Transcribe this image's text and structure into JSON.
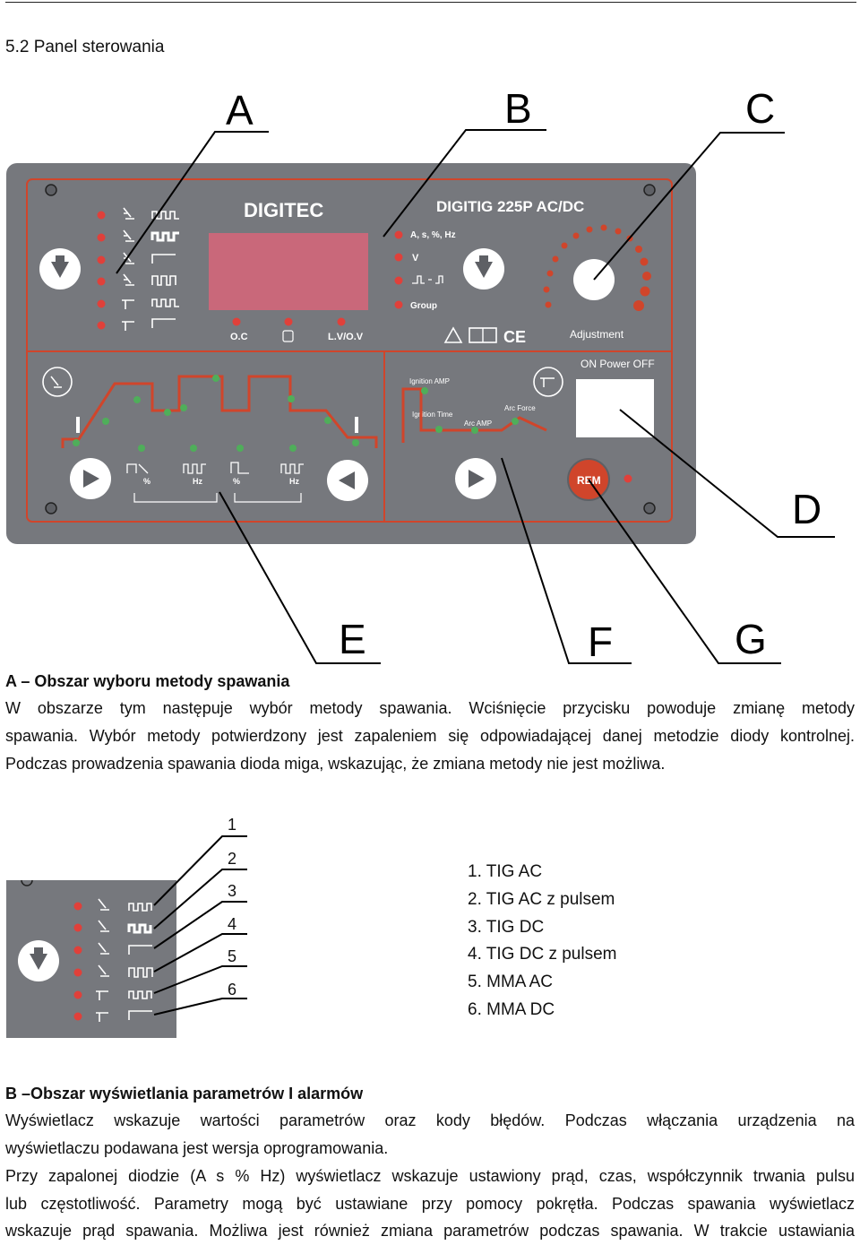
{
  "section_title": "5.2 Panel sterowania",
  "callouts": {
    "a": "A",
    "b": "B",
    "c": "C",
    "d": "D",
    "e": "E",
    "f": "F",
    "g": "G"
  },
  "panel": {
    "brand": "DIGITEC",
    "model": "DIGITIG 225P AC/DC",
    "param_label": "A, s, %, Hz",
    "v_label": "V",
    "group_label": "Group",
    "oc_label": "O.C",
    "lvov_label": "L.V/O.V",
    "adjustment_label": "Adjustment",
    "power_label": "ON  Power  OFF",
    "rem_label": "REM",
    "ignition_amp": "Ignition AMP",
    "ignition_time": "Ignition Time",
    "arc_amp": "Arc AMP",
    "arc_force": "Arc Force",
    "wave_pct_1": "%",
    "wave_hz_1": "Hz",
    "wave_pct_2": "%",
    "wave_hz_2": "Hz"
  },
  "section_a": {
    "heading": "A – Obszar wyboru metody spawania",
    "line1": "W obszarze tym następuje wybór metody spawania. Wciśnięcie przycisku powoduje zmianę metody",
    "line2": "spawania. Wybór metody potwierdzony jest zapaleniem się odpowiadającej danej metodzie diody kontrolnej.",
    "line3": "Podczas prowadzenia spawania dioda miga, wskazując, że zmiana metody nie jest możliwa."
  },
  "inset_numbers": [
    "1",
    "2",
    "3",
    "4",
    "5",
    "6"
  ],
  "methods": [
    "1.   TIG AC",
    "2.   TIG AC z pulsem",
    "3.   TIG DC",
    "4.   TIG DC z pulsem",
    "5.   MMA AC",
    "6.   MMA DC"
  ],
  "section_b": {
    "heading": "B –Obszar wyświetlania parametrów I alarmów",
    "line1": "Wyświetlacz wskazuje wartości parametrów oraz kody błędów. Podczas włączania urządzenia na",
    "line2": "wyświetlaczu podawana jest wersja oprogramowania.",
    "line3": "Przy zapalonej diodzie (A s % Hz) wyświetlacz wskazuje ustawiony prąd, czas, współczynnik trwania pulsu",
    "line4": "lub częstotliwość. Parametry mogą być ustawiane przy pomocy pokrętła. Podczas spawania wyświetlacz",
    "line5": "wskazuje prąd spawania. Możliwa jest również zmiana parametrów podczas spawania. W trakcie ustawiania"
  },
  "colors": {
    "panel": "#76787d",
    "panel_dark": "#5e6065",
    "accent": "#d0452b",
    "led_red": "#e0403a",
    "led_green": "#4fae5a",
    "display": "#c9687a"
  }
}
